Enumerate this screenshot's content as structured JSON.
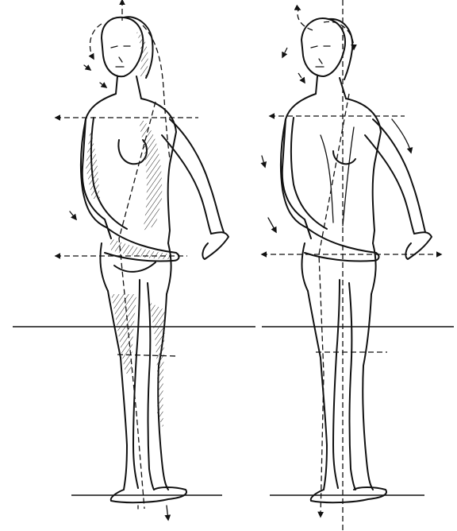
{
  "figures": [
    {
      "view": "shaded",
      "description": "figure-left"
    },
    {
      "view": "construction-outline",
      "description": "figure-right"
    }
  ],
  "colors": {
    "ink": "#111111",
    "paper": "#ffffff"
  }
}
